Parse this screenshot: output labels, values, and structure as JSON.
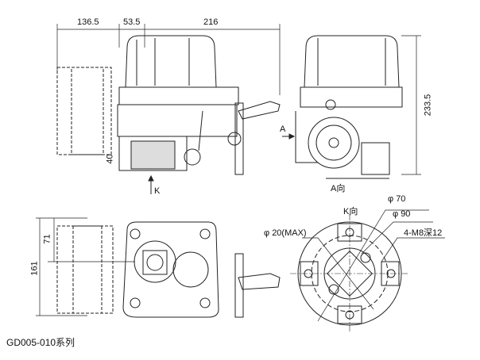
{
  "caption": "GD005-010系列",
  "dimensions": {
    "d136_5": "136.5",
    "d53_5": "53.5",
    "d216": "216",
    "d233_5": "233.5",
    "d40": "40",
    "d161": "161",
    "d71": "71"
  },
  "view_labels": {
    "arrow_a": "A",
    "view_a": "A向",
    "arrow_k": "K",
    "view_k": "K向"
  },
  "annotations": {
    "phi70": "φ 70",
    "phi90": "φ 90",
    "phi20max": "φ 20(MAX)",
    "bolts": "4-M8深12"
  }
}
